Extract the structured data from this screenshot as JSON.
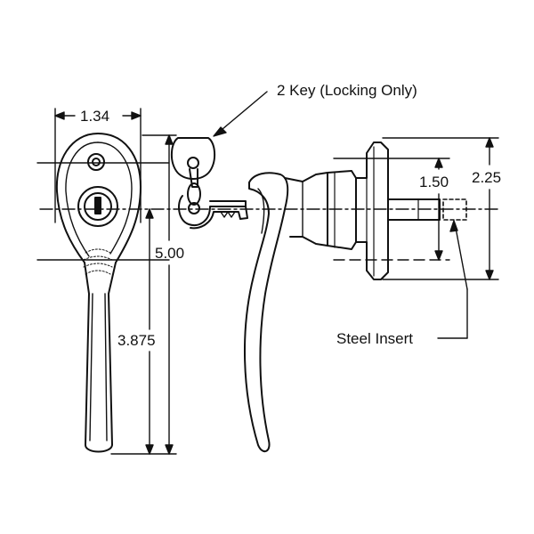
{
  "callouts": {
    "key_note": "2 Key (Locking Only)",
    "steel_insert": "Steel Insert"
  },
  "dimensions": {
    "width_top": "1.34",
    "height_total": "5.00",
    "handle_length": "3.875",
    "spindle_short": "1.50",
    "spindle_long": "2.25"
  },
  "colors": {
    "ink": "#111111",
    "paper": "#ffffff"
  }
}
